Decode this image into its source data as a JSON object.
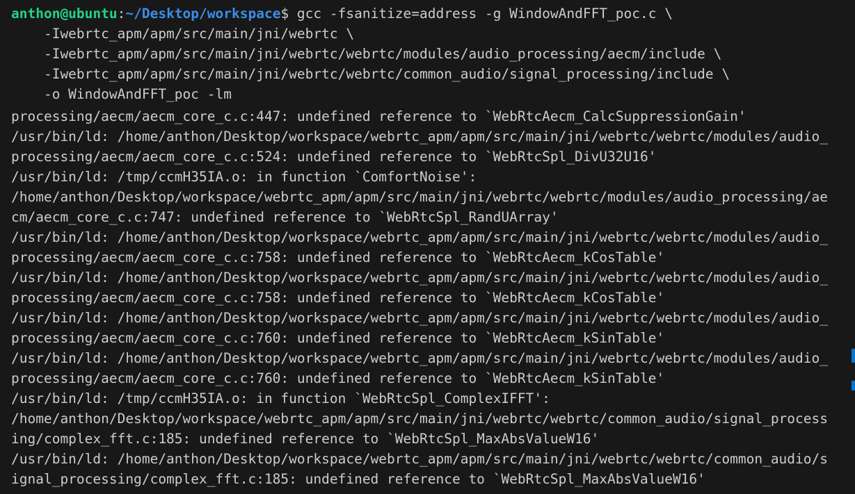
{
  "terminal": {
    "prompt": {
      "user_host": "anthon@ubuntu",
      "separator": ":",
      "path": "~/Desktop/workspace",
      "dollar": "$"
    },
    "command_lines": [
      " gcc -fsanitize=address -g WindowAndFFT_poc.c \\",
      "    -Iwebrtc_apm/apm/src/main/jni/webrtc \\",
      "    -Iwebrtc_apm/apm/src/main/jni/webrtc/webrtc/modules/audio_processing/aecm/include \\",
      "    -Iwebrtc_apm/apm/src/main/jni/webrtc/webrtc/common_audio/signal_processing/include \\",
      "    -o WindowAndFFT_poc -lm"
    ],
    "output_lines": [
      "processing/aecm/aecm_core_c.c:447: undefined reference to `WebRtcAecm_CalcSuppressionGain'",
      "/usr/bin/ld: /home/anthon/Desktop/workspace/webrtc_apm/apm/src/main/jni/webrtc/webrtc/modules/audio_",
      "processing/aecm/aecm_core_c.c:524: undefined reference to `WebRtcSpl_DivU32U16'",
      "/usr/bin/ld: /tmp/ccmH35IA.o: in function `ComfortNoise':",
      "/home/anthon/Desktop/workspace/webrtc_apm/apm/src/main/jni/webrtc/webrtc/modules/audio_processing/ae",
      "cm/aecm_core_c.c:747: undefined reference to `WebRtcSpl_RandUArray'",
      "/usr/bin/ld: /home/anthon/Desktop/workspace/webrtc_apm/apm/src/main/jni/webrtc/webrtc/modules/audio_",
      "processing/aecm/aecm_core_c.c:758: undefined reference to `WebRtcAecm_kCosTable'",
      "/usr/bin/ld: /home/anthon/Desktop/workspace/webrtc_apm/apm/src/main/jni/webrtc/webrtc/modules/audio_",
      "processing/aecm/aecm_core_c.c:758: undefined reference to `WebRtcAecm_kCosTable'",
      "/usr/bin/ld: /home/anthon/Desktop/workspace/webrtc_apm/apm/src/main/jni/webrtc/webrtc/modules/audio_",
      "processing/aecm/aecm_core_c.c:760: undefined reference to `WebRtcAecm_kSinTable'",
      "/usr/bin/ld: /home/anthon/Desktop/workspace/webrtc_apm/apm/src/main/jni/webrtc/webrtc/modules/audio_",
      "processing/aecm/aecm_core_c.c:760: undefined reference to `WebRtcAecm_kSinTable'",
      "/usr/bin/ld: /tmp/ccmH35IA.o: in function `WebRtcSpl_ComplexIFFT':",
      "/home/anthon/Desktop/workspace/webrtc_apm/apm/src/main/jni/webrtc/webrtc/common_audio/signal_process",
      "ing/complex_fft.c:185: undefined reference to `WebRtcSpl_MaxAbsValueW16'",
      "/usr/bin/ld: /home/anthon/Desktop/workspace/webrtc_apm/apm/src/main/jni/webrtc/webrtc/common_audio/s",
      "ignal_processing/complex_fft.c:185: undefined reference to `WebRtcSpl_MaxAbsValueW16'"
    ],
    "colors": {
      "background": "#181818",
      "text": "#cccccc",
      "prompt_user": "#23d18b",
      "prompt_path": "#3b8eea",
      "scroll_marker": "#0078d4"
    }
  }
}
